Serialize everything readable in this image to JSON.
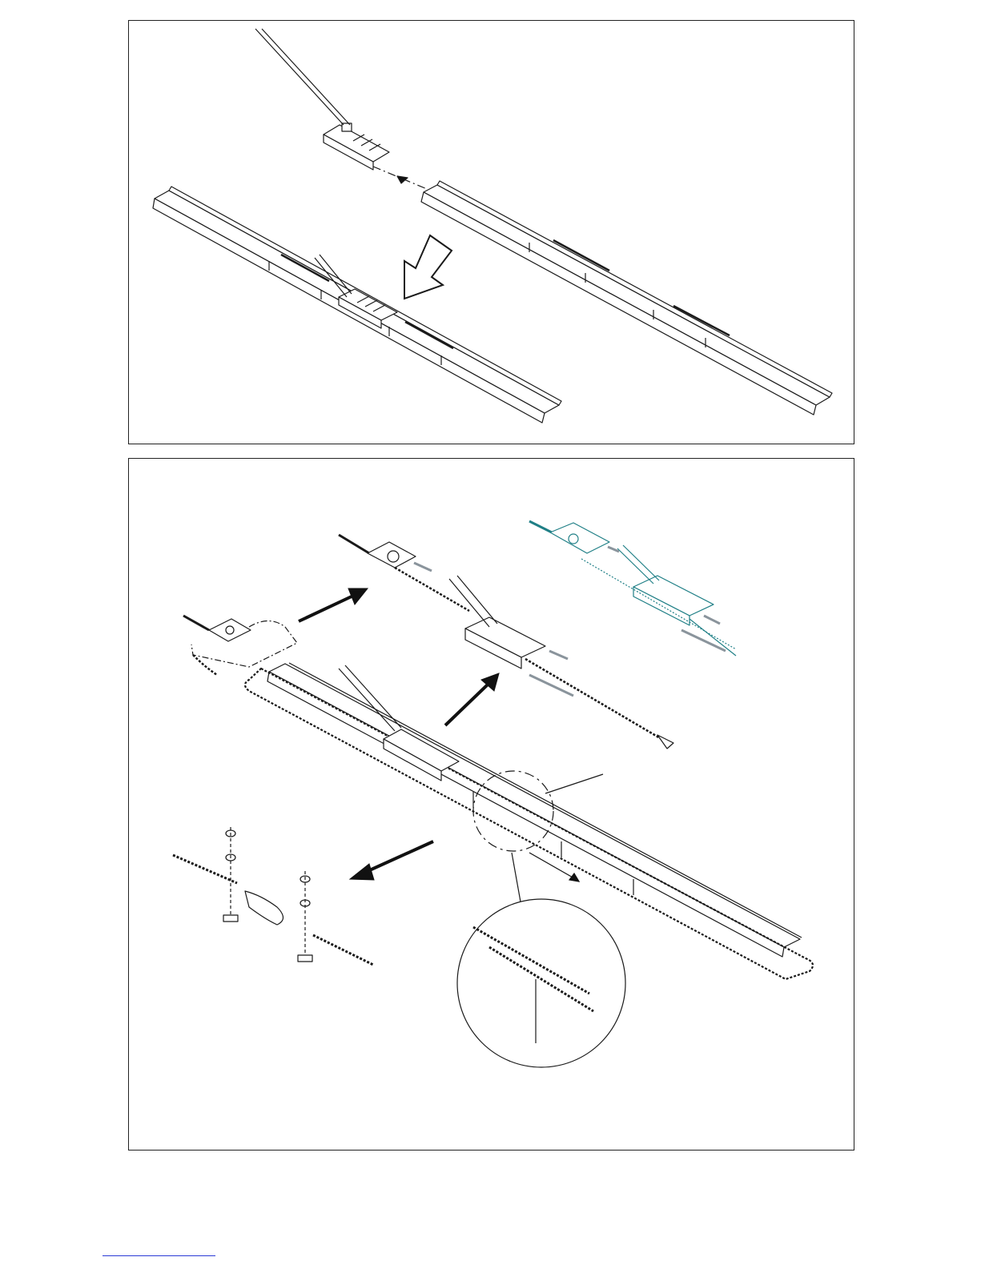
{
  "document": {
    "panels": [
      {
        "id": "top",
        "content": "rail-slide-assembly"
      },
      {
        "id": "bottom",
        "content": "chain-installation"
      }
    ],
    "colors": {
      "line": "#1a1a1a",
      "rail_fill": "#ffffff",
      "arrow_fill": "#111111",
      "teal_variant": "#1f7f86",
      "grey_arrow": "#8a949c",
      "footer_link": "#2a3bd6"
    },
    "icons": [
      "hollow-down-arrow-icon",
      "solid-arrow-icon",
      "detail-magnifier-circle"
    ],
    "footer": {
      "link_text": ""
    }
  }
}
